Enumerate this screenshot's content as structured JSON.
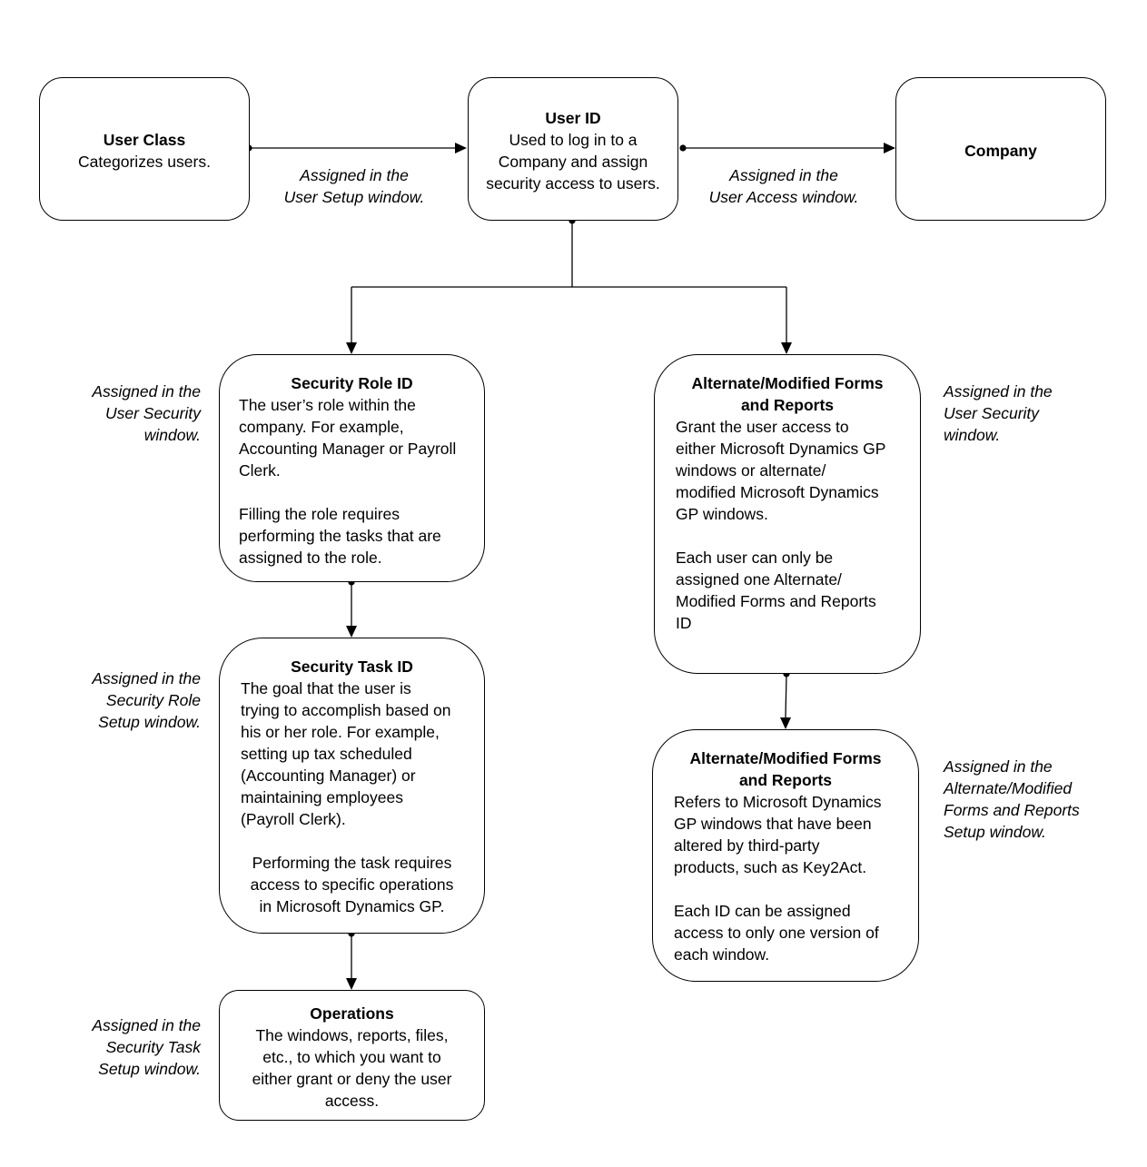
{
  "boxes": {
    "user_class": {
      "title": "User Class",
      "lines": [
        "Categorizes users."
      ]
    },
    "user_id": {
      "title": "User ID",
      "lines": [
        "Used to log in to a",
        "Company and assign",
        "security access to users."
      ]
    },
    "company": {
      "title": "Company"
    },
    "security_role": {
      "title": "Security Role ID",
      "lines": [
        "The user’s role within the",
        "company. For example,",
        "Accounting Manager or Payroll",
        "Clerk.",
        "",
        "Filling the role requires",
        "performing the tasks that are",
        "assigned to the role."
      ]
    },
    "alt_forms_1": {
      "title_line1": "Alternate/Modified Forms",
      "title_line2": "and Reports",
      "lines": [
        "Grant the user access to",
        "either Microsoft Dynamics GP",
        "windows or alternate/",
        "modified Microsoft Dynamics",
        "GP windows.",
        "",
        "Each user can only be",
        "assigned one Alternate/",
        "Modified Forms and Reports",
        "ID"
      ]
    },
    "security_task": {
      "title": "Security Task ID",
      "lines": [
        "The goal that the user is",
        "trying to accomplish based on",
        "his or her role. For example,",
        "setting up tax scheduled",
        "(Accounting Manager) or",
        "maintaining employees",
        "(Payroll Clerk)."
      ],
      "lines2": [
        "Performing the task requires",
        "access to specific operations",
        "in Microsoft Dynamics GP."
      ]
    },
    "alt_forms_2": {
      "title_line1": "Alternate/Modified Forms",
      "title_line2": "and Reports",
      "lines": [
        "Refers to Microsoft Dynamics",
        "GP windows that have been",
        "altered by third-party",
        "products, such as Key2Act.",
        "",
        "Each ID can be assigned",
        "access to only one version of",
        "each window."
      ]
    },
    "operations": {
      "title": "Operations",
      "lines": [
        "The windows, reports, files,",
        "etc., to which you want to",
        "either grant or deny the user",
        "access."
      ]
    }
  },
  "notes": {
    "user_setup": [
      "Assigned in the",
      "User Setup window."
    ],
    "user_access": [
      "Assigned in the",
      "User Access window."
    ],
    "role_user_security": [
      "Assigned in the",
      "User Security",
      "window."
    ],
    "alt_user_security": [
      "Assigned in the",
      "User Security",
      "window."
    ],
    "task_role_setup": [
      "Assigned in the",
      "Security Role",
      "Setup window."
    ],
    "alt_setup": [
      "Assigned in the",
      "Alternate/Modified",
      "Forms and Reports",
      "Setup window."
    ],
    "ops_task_setup": [
      "Assigned in the",
      "Security Task",
      "Setup window."
    ]
  }
}
